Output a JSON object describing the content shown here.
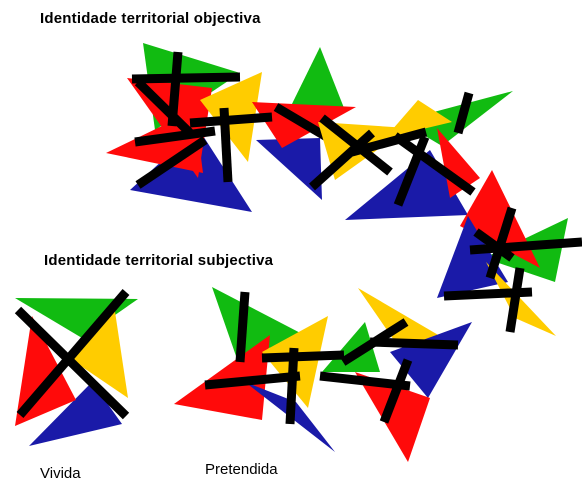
{
  "titles": {
    "objective": "Identidade territorial objectiva",
    "subjective": "Identidade territorial subjectiva"
  },
  "captions": {
    "lived": "Vivida",
    "intended": "Pretendida"
  },
  "colors": {
    "green": "#11bb11",
    "yellow": "#ffcc00",
    "red": "#ff0a0a",
    "blue": "#1a1aa8",
    "bar": "#000000"
  }
}
